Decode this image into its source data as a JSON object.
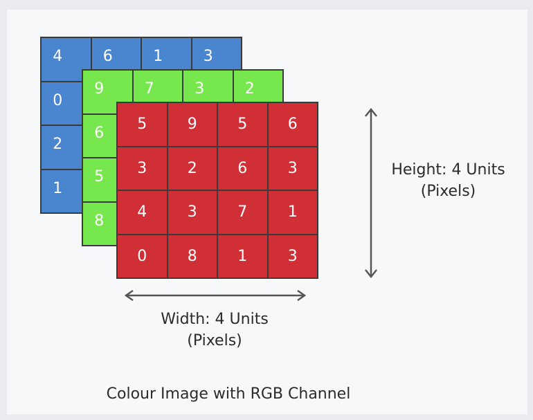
{
  "layers": {
    "blue": {
      "color": "#4a85cf",
      "values": [
        [
          "4",
          "6",
          "1",
          "3"
        ],
        [
          "0",
          "",
          "",
          ""
        ],
        [
          "2",
          "",
          "",
          ""
        ],
        [
          "1",
          "",
          "",
          ""
        ]
      ]
    },
    "green": {
      "color": "#76e84d",
      "values": [
        [
          "9",
          "7",
          "3",
          "2"
        ],
        [
          "6",
          "",
          "",
          ""
        ],
        [
          "5",
          "",
          "",
          ""
        ],
        [
          "8",
          "",
          "",
          ""
        ]
      ]
    },
    "red": {
      "color": "#cf2f35",
      "values": [
        [
          "5",
          "9",
          "5",
          "6"
        ],
        [
          "3",
          "2",
          "6",
          "3"
        ],
        [
          "4",
          "3",
          "7",
          "1"
        ],
        [
          "0",
          "8",
          "1",
          "3"
        ]
      ]
    }
  },
  "height_label": {
    "line1": "Height: 4 Units",
    "line2": "(Pixels)"
  },
  "width_label": {
    "line1": "Width: 4 Units",
    "line2": "(Pixels)"
  },
  "caption": "Colour Image with RGB Channel"
}
